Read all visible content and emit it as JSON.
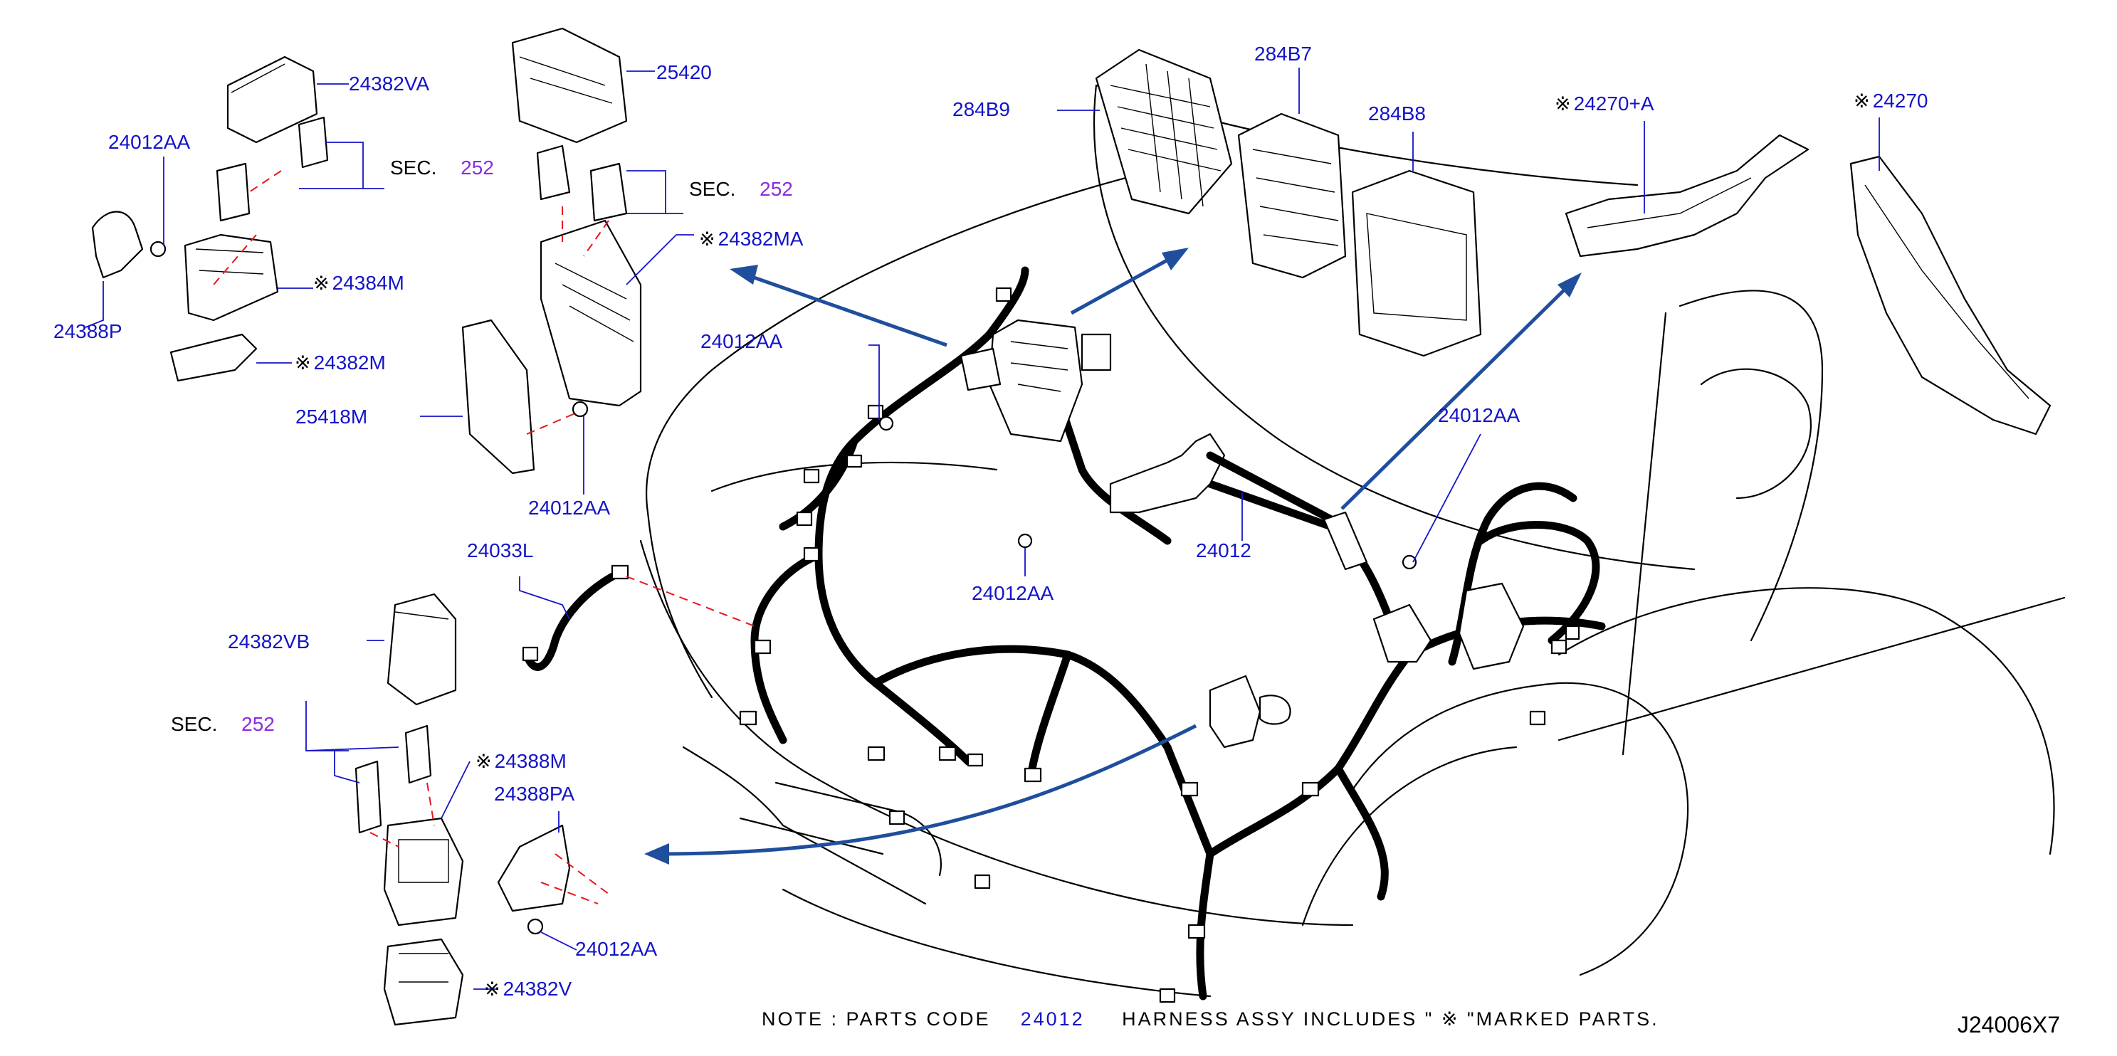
{
  "labels": {
    "l_24382VA": "24382VA",
    "l_24012AA_tl": "24012AA",
    "l_sec1": "SEC.",
    "l_sec1_num": "252",
    "l_24384M": "24384M",
    "l_24388P": "24388P",
    "l_24382M": "24382M",
    "l_25420": "25420",
    "l_sec2": "SEC.",
    "l_sec2_num": "252",
    "l_24382MA": "24382MA",
    "l_25418M": "25418M",
    "l_24012AA_mid": "24012AA",
    "l_284B9": "284B9",
    "l_284B7": "284B7",
    "l_284B8": "284B8",
    "l_24270A": "24270+A",
    "l_24270": "24270",
    "l_24012AA_center": "24012AA",
    "l_24012AA_right": "24012AA",
    "l_24012": "24012",
    "l_24012AA_lower": "24012AA",
    "l_24033L": "24033L",
    "l_24382VB": "24382VB",
    "l_sec3": "SEC.",
    "l_sec3_num": "252",
    "l_24388M": "24388M",
    "l_24388PA": "24388PA",
    "l_24012AA_bottom": "24012AA",
    "l_24382V": "24382V"
  },
  "marked_symbol": "※",
  "note": {
    "prefix": "NOTE  :  PARTS  CODE",
    "code": "24012",
    "suffix": "HARNESS  ASSY    INCLUDES  \" ※   \"MARKED  PARTS."
  },
  "figure_id": "J24006X7",
  "colors": {
    "label": "#1414c8",
    "section": "#8a2be2",
    "arrow": "#1f4e9c",
    "dash": "#e8141e"
  }
}
